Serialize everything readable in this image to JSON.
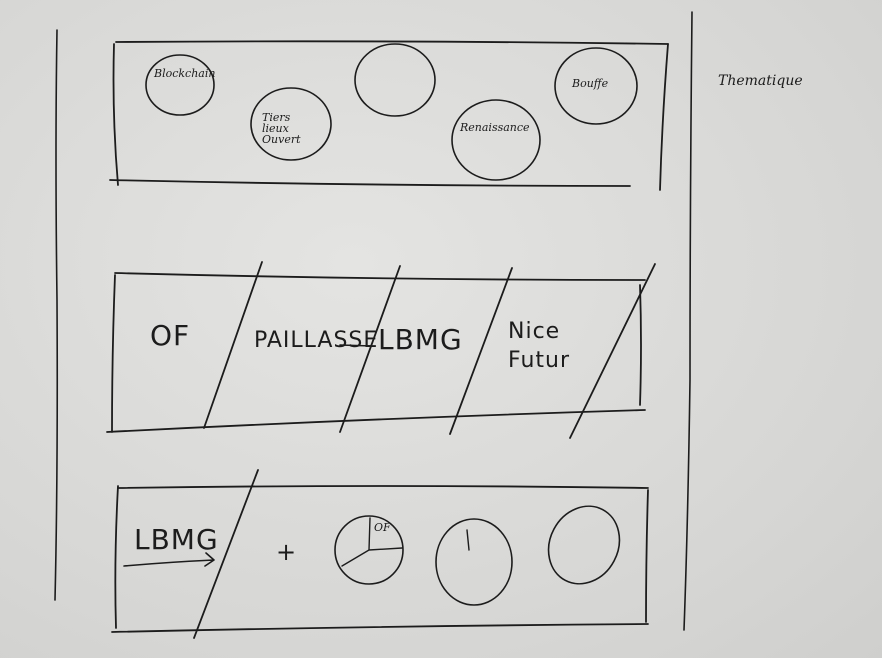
{
  "sketch": {
    "side_note": "Thematique",
    "top_panel": {
      "circles": [
        "Blockchain",
        "Tiers lieux Ouvert",
        "",
        "Renaissance",
        "Bouffe"
      ]
    },
    "middle_panel": {
      "cells": [
        "OF",
        "PAILLASSE",
        "LBMG",
        "Nice Futur"
      ]
    },
    "bottom_panel": {
      "label": "LBMG",
      "plus": "+",
      "pie_label": "OF"
    }
  }
}
